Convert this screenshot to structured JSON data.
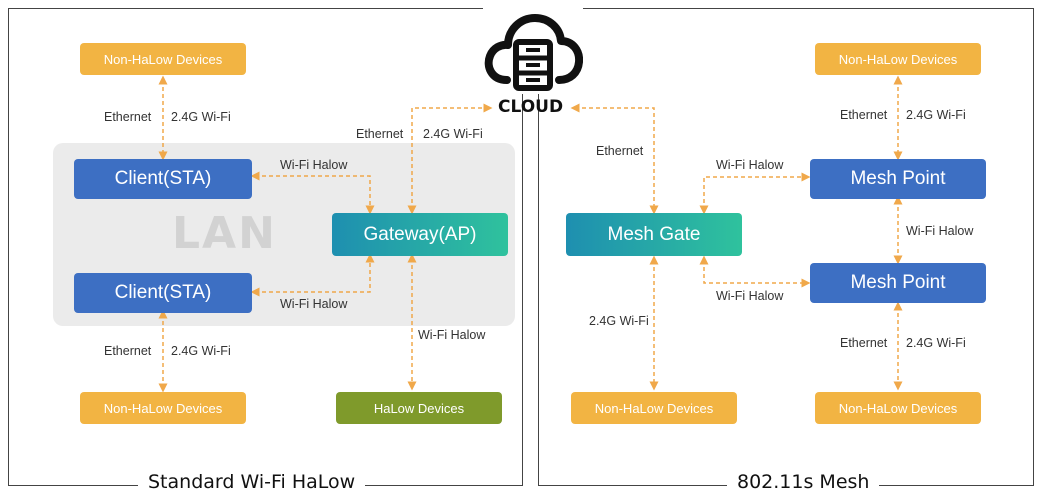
{
  "cloud": {
    "label": "CLOUD",
    "icon": "cloud-server-icon"
  },
  "left_panel": {
    "title": "Standard Wi-Fi HaLow",
    "lan_label": "LAN",
    "top_device": "Non-HaLow Devices",
    "bottom_device": "Non-HaLow Devices",
    "halow_device": "HaLow Devices",
    "client_top": "Client(STA)",
    "client_bottom": "Client(STA)",
    "gateway": "Gateway(AP)",
    "edge_labels": {
      "top_ethernet": "Ethernet",
      "top_wifi": "2.4G Wi-Fi",
      "gw_ethernet": "Ethernet",
      "gw_wifi": "2.4G Wi-Fi",
      "halow_top": "Wi-Fi Halow",
      "halow_bottom": "Wi-Fi Halow",
      "halow_down": "Wi-Fi Halow",
      "bottom_ethernet": "Ethernet",
      "bottom_wifi": "2.4G Wi-Fi"
    }
  },
  "right_panel": {
    "title": "802.11s Mesh",
    "top_device": "Non-HaLow Devices",
    "bottom_left_device": "Non-HaLow Devices",
    "bottom_right_device": "Non-HaLow Devices",
    "mesh_gate": "Mesh Gate",
    "mesh_point_top": "Mesh Point",
    "mesh_point_bottom": "Mesh Point",
    "edge_labels": {
      "gate_ethernet": "Ethernet",
      "halow_top": "Wi-Fi Halow",
      "halow_mid": "Wi-Fi Halow",
      "halow_bottom": "Wi-Fi Halow",
      "top_ethernet": "Ethernet",
      "top_wifi": "2.4G Wi-Fi",
      "gate_wifi": "2.4G Wi-Fi",
      "bottom_ethernet": "Ethernet",
      "bottom_wifi": "2.4G Wi-Fi"
    }
  },
  "colors": {
    "orange": "#f2b443",
    "blue": "#3d6fc3",
    "teal": "#22a3a7",
    "olive": "#7f9a2b",
    "arrow": "#f0a84a"
  }
}
